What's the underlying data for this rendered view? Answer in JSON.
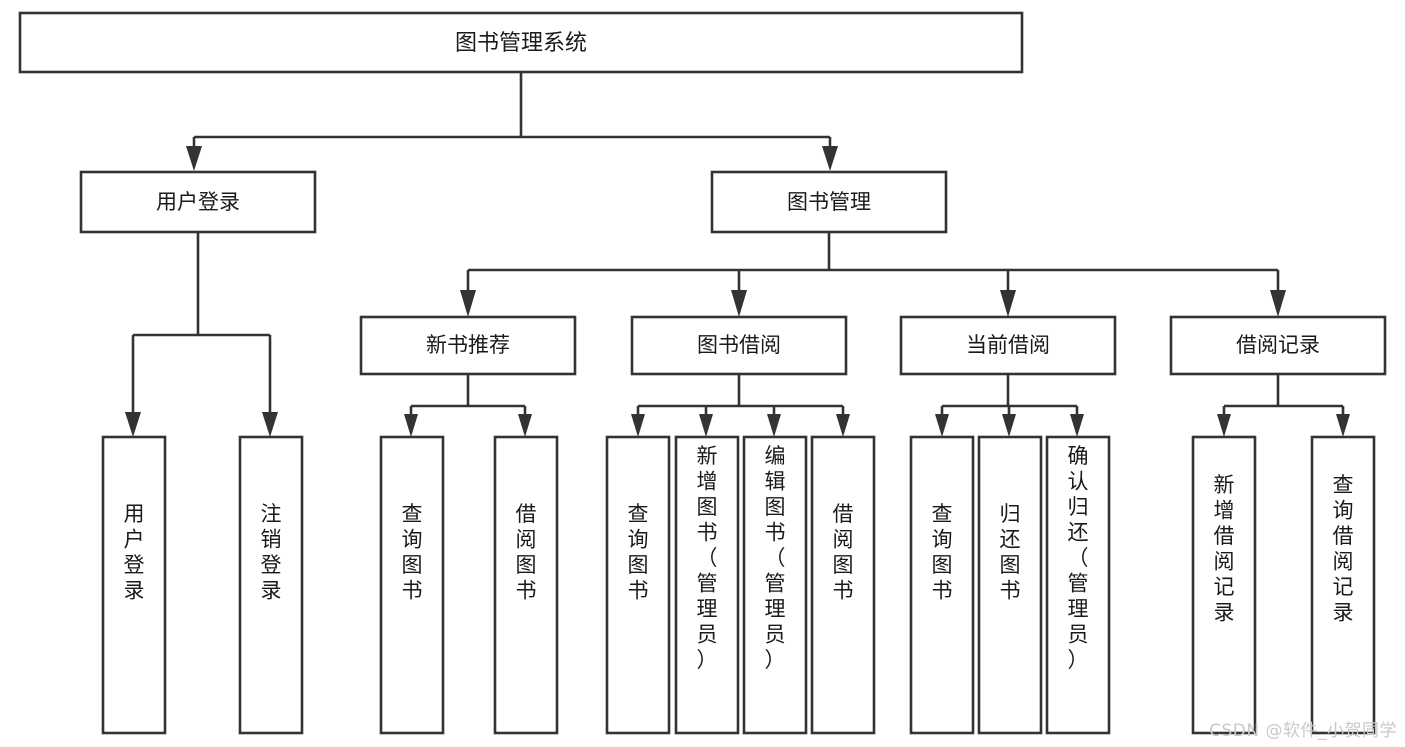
{
  "diagram": {
    "type": "hierarchy-tree",
    "title": "图书管理系统",
    "watermark": "CSDN @软件_小贺同学",
    "colors": {
      "box_stroke": "#333333",
      "box_fill": "#ffffff",
      "text": "#1a1a1a",
      "watermark": "#c9c9c9"
    },
    "levels": {
      "level1": [
        {
          "id": "root",
          "label": "图书管理系统"
        }
      ],
      "level2": [
        {
          "id": "user-login",
          "label": "用户登录"
        },
        {
          "id": "book-manage",
          "label": "图书管理"
        }
      ],
      "level3": [
        {
          "id": "new-book-recommend",
          "label": "新书推荐",
          "parent": "book-manage"
        },
        {
          "id": "book-borrow",
          "label": "图书借阅",
          "parent": "book-manage"
        },
        {
          "id": "current-borrow",
          "label": "当前借阅",
          "parent": "book-manage"
        },
        {
          "id": "borrow-record",
          "label": "借阅记录",
          "parent": "book-manage"
        }
      ],
      "level4": [
        {
          "id": "leaf-user-login",
          "label": "用户登录",
          "parent": "user-login"
        },
        {
          "id": "leaf-user-logout",
          "label": "注销登录",
          "parent": "user-login"
        },
        {
          "id": "leaf-query-book-1",
          "label": "查询图书",
          "parent": "new-book-recommend"
        },
        {
          "id": "leaf-borrow-book-1",
          "label": "借阅图书",
          "parent": "new-book-recommend"
        },
        {
          "id": "leaf-query-book-2",
          "label": "查询图书",
          "parent": "book-borrow"
        },
        {
          "id": "leaf-add-book",
          "label": "新增图书（管理员）",
          "parent": "book-borrow"
        },
        {
          "id": "leaf-edit-book",
          "label": "编辑图书（管理员）",
          "parent": "book-borrow"
        },
        {
          "id": "leaf-borrow-book-2",
          "label": "借阅图书",
          "parent": "book-borrow"
        },
        {
          "id": "leaf-query-book-3",
          "label": "查询图书",
          "parent": "current-borrow"
        },
        {
          "id": "leaf-return-book",
          "label": "归还图书",
          "parent": "current-borrow"
        },
        {
          "id": "leaf-confirm-return",
          "label": "确认归还（管理员）",
          "parent": "current-borrow"
        },
        {
          "id": "leaf-add-record",
          "label": "新增借阅记录",
          "parent": "borrow-record"
        },
        {
          "id": "leaf-query-record",
          "label": "查询借阅记录",
          "parent": "borrow-record"
        }
      ]
    }
  }
}
